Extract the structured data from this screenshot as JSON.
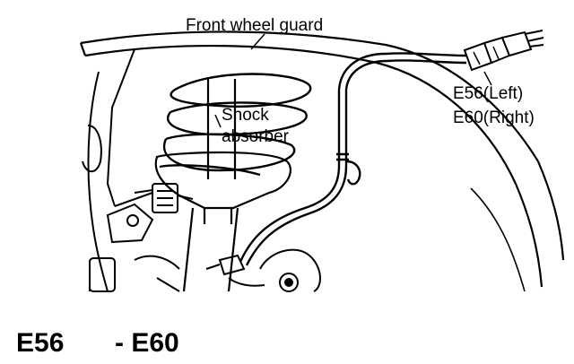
{
  "labels": {
    "wheel_guard": "Front wheel guard",
    "shock_line1": "Shock",
    "shock_line2": "absorber",
    "connector_left": "E56(Left)",
    "connector_right": "E60(Right)"
  },
  "caption": {
    "code_a": "E56",
    "code_b": "- E60"
  }
}
